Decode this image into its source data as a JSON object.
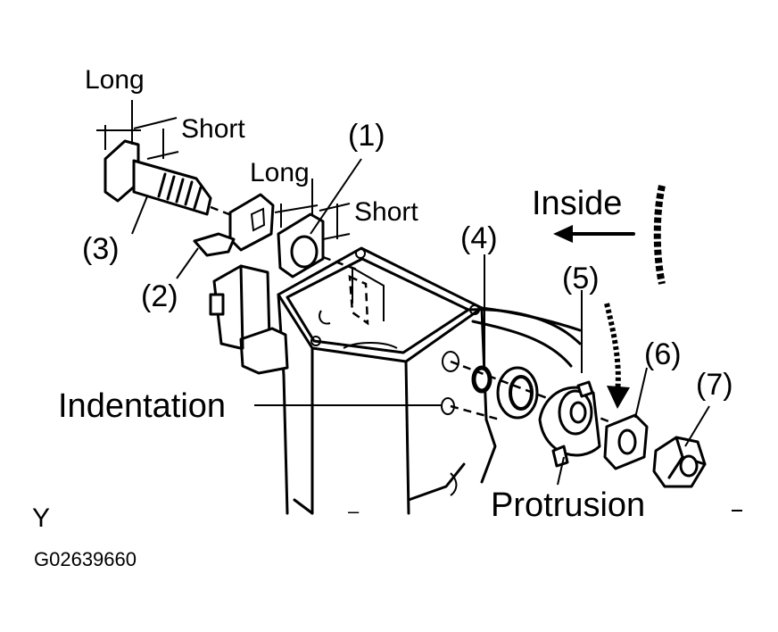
{
  "labels": {
    "long_top": "Long",
    "short_top": "Short",
    "long_mid": "Long",
    "short_mid": "Short",
    "inside": "Inside",
    "indentation": "Indentation",
    "protrusion": "Protrusion",
    "part_1": "(1)",
    "part_2": "(2)",
    "part_3": "(3)",
    "part_4": "(4)",
    "part_5": "(5)",
    "part_6": "(6)",
    "part_7": "(7)",
    "view_letter": "Y",
    "figure_code": "G02639660"
  },
  "colors": {
    "ink": "#000000",
    "paper": "#ffffff"
  }
}
